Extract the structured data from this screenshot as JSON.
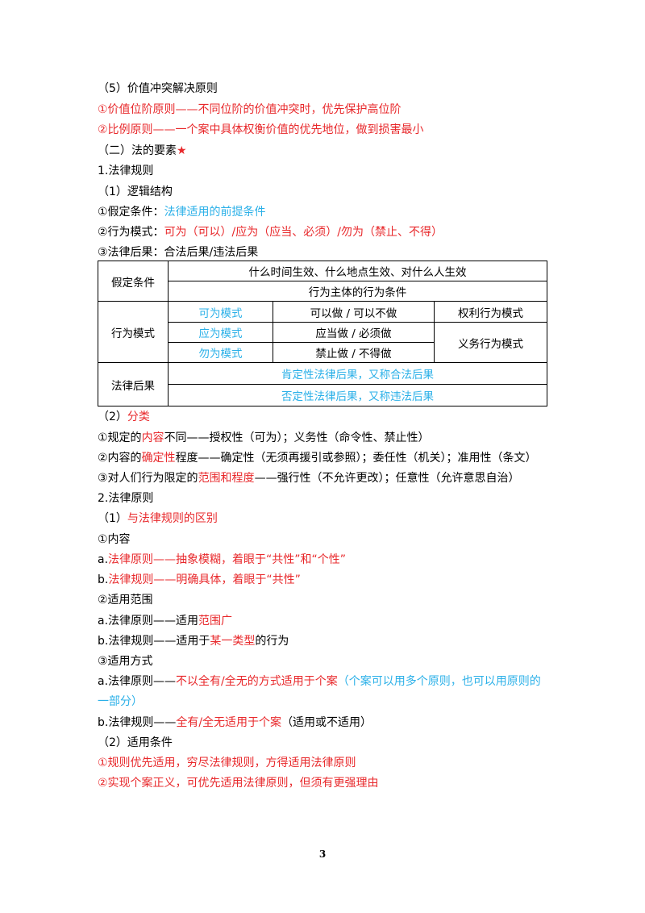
{
  "lines": {
    "l01": "（5）价值冲突解决原则",
    "l02": "①价值位阶原则——不同位阶的价值冲突时，优先保护高位阶",
    "l03": "②比例原则——一个案中具体权衡价值的优先地位，做到损害最小",
    "l04": "（二）法的要素",
    "l04_star": "★",
    "l05": "1.法律规则",
    "l06": "（1）逻辑结构",
    "l07_a": "①假定条件：",
    "l07_b": "法律适用的前提条件",
    "l08_a": "②行为模式：",
    "l08_b": "可为（可以）/应为（应当、必须）/勿为（禁止、不得）",
    "l09": "③法律后果：合法后果/违法后果",
    "l10_a": "（2）",
    "l10_b": "分类",
    "l11_a": "①规定的",
    "l11_b": "内容",
    "l11_c": "不同——授权性（可为）；义务性（命令性、禁止性）",
    "l12_a": "②内容的",
    "l12_b": "确定性",
    "l12_c": "程度——确定性（无须再援引或参照）；委任性（机关）；准用性（条文）",
    "l13_a": "③对人们行为限定的",
    "l13_b": "范围和程度",
    "l13_c": "——强行性（不允许更改）；任意性（允许意思自治）",
    "l14": "2.法律原则",
    "l15_a": "（1）",
    "l15_b": "与法律规则的区别",
    "l16": "①内容",
    "l17_a": "a.",
    "l17_b": "法律原则——抽象模糊，着眼于“共性”和“个性”",
    "l18_a": "b.",
    "l18_b": "法律规则——明确具体，着眼于“共性”",
    "l19": "②适用范围",
    "l20_a": "a.法律原则——适用",
    "l20_b": "范围广",
    "l21_a": "b.法律规则——适用于",
    "l21_b": "某一类型",
    "l21_c": "的行为",
    "l22": "③适用方式",
    "l23_a": "a.法律原则——",
    "l23_b": "不以全有/全无的方式适用于个案",
    "l23_c": "（个案可以用多个原则，也可以用原则的",
    "l24": "一部分）",
    "l25_a": "b.法律规则——",
    "l25_b": "全有/全无适用于个案",
    "l25_c": "（适用或不适用）",
    "l26": "（2）适用条件",
    "l27": "①规则优先适用，穷尽法律规则，方得适用法律原则",
    "l28": "②实现个案正义，可优先适用法律原则，但须有更强理由"
  },
  "table": {
    "assumption": {
      "label": "假定条件",
      "row1": "什么时间生效、什么地点生效、对什么人生效",
      "row2": "行为主体的行为条件"
    },
    "behavior": {
      "label": "行为模式",
      "may": "可为模式",
      "may_desc": "可以做 / 可以不做",
      "should": "应为模式",
      "should_desc": "应当做 / 必须做",
      "mustnot": "勿为模式",
      "mustnot_desc": "禁止做 / 不得做",
      "right": "权利行为模式",
      "duty": "义务行为模式"
    },
    "consequence": {
      "label": "法律后果",
      "positive": "肯定性法律后果，又称合法后果",
      "negative": "否定性法律后果，又称违法后果"
    }
  },
  "page_number": "3"
}
